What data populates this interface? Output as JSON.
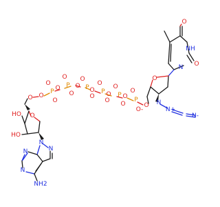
{
  "molecule": {
    "labels": {
      "adenosine_amine": "NH2",
      "oxygen": "O",
      "phosphorus": "P",
      "nitrogen": "N",
      "hydrogen": "H",
      "thymine_nh": "NH",
      "oxide_anion": "O-",
      "azide_plus": "N+",
      "azide_minus": "N-",
      "hydroxyl_1": "HO",
      "hydroxyl_2": "HO"
    },
    "colors": {
      "carbon_bond": "#1a1a1a",
      "oxygen": "#e02020",
      "nitrogen": "#2030e0",
      "phosphorus": "#e08a00",
      "background": "#ffffff"
    }
  }
}
